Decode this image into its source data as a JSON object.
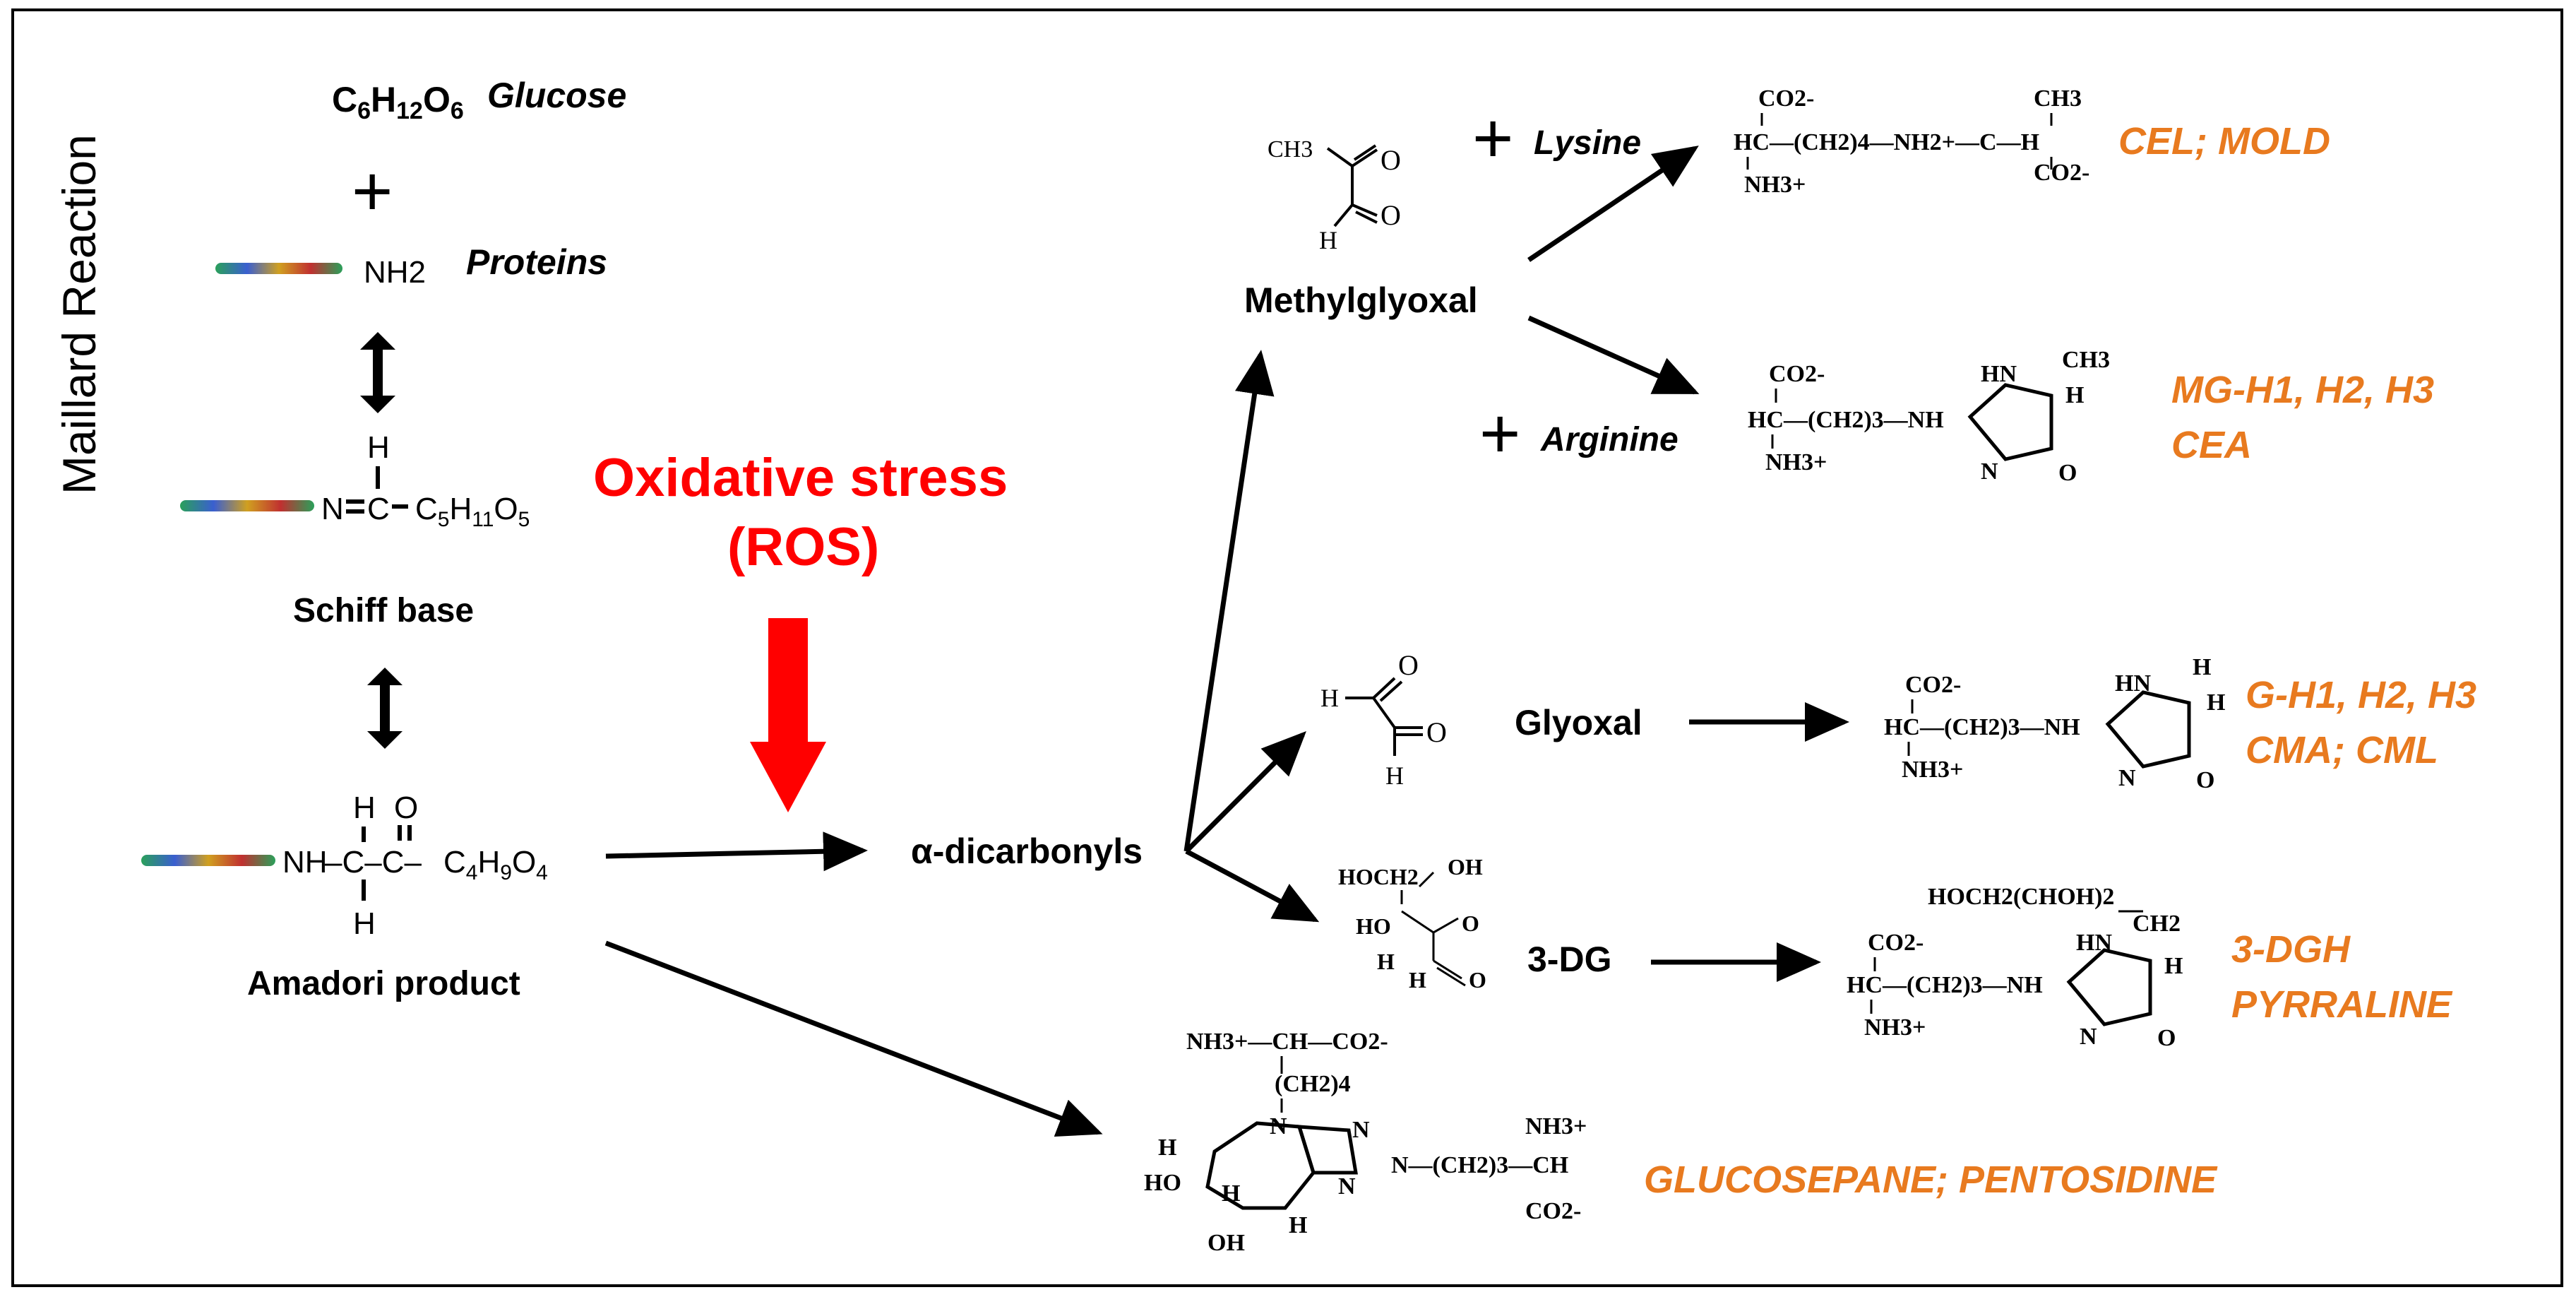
{
  "side_title": "Maillard Reaction",
  "stress": {
    "line1": "Oxidative stress",
    "line2": "(ROS)",
    "color": "#ff0000"
  },
  "reactants": {
    "glucose_formula": "C6H12O6",
    "glucose": "Glucose",
    "plus": "+",
    "nh2": "NH2",
    "proteins": "Proteins"
  },
  "schiff": {
    "h": "H",
    "n": "N",
    "c": "C",
    "chain": "C5H11O5",
    "label": "Schiff base"
  },
  "amadori": {
    "nh": "NH",
    "chain": "C4H9O4",
    "label": "Amadori product"
  },
  "dicarbonyls": "α-dicarbonyls",
  "methylglyoxal": {
    "label": "Methylglyoxal",
    "lysine": "Lysine",
    "arginine": "Arginine",
    "ch3": "CH3",
    "o": "O",
    "h": "H"
  },
  "glyoxal": {
    "label": "Glyoxal"
  },
  "dg3": {
    "label": "3-DG",
    "hoch2": "HOCH2",
    "oh": "OH",
    "ho": "HO"
  },
  "products": {
    "cel": "CEL; MOLD",
    "mgh_line1": "MG-H1, H2, H3",
    "mgh_line2": "CEA",
    "gh_line1": "G-H1, H2, H3",
    "gh_line2": "CMA; CML",
    "dgh_line1": "3-DGH",
    "dgh_line2": "PYRRALINE",
    "glucosepane": "GLUCOSEPANE; PENTOSIDINE"
  },
  "chem_text": {
    "cel_top": "CO2-",
    "cel_main": "HC—(CH2)4—NH2+—C—H",
    "cel_ch3": "CH3",
    "cel_nh3": "NH3+",
    "cel_co2": "CO2-",
    "hc_chain": "HC—(CH2)3—NH",
    "nh3": "NH3+",
    "co2": "CO2-",
    "hn": "HN",
    "n": "N",
    "o": "O",
    "ch3": "CH3",
    "h": "H",
    "hoch2": "HOCH2(CHOH)2",
    "ch2": "CH2",
    "g_top": "NH3+—CH—CO2-",
    "g_ch2": "(CH2)4",
    "g_side": "N—(CH2)3—CH",
    "g_nh3": "NH3+",
    "g_co2": "CO2-",
    "oh": "OH",
    "ho": "HO"
  }
}
